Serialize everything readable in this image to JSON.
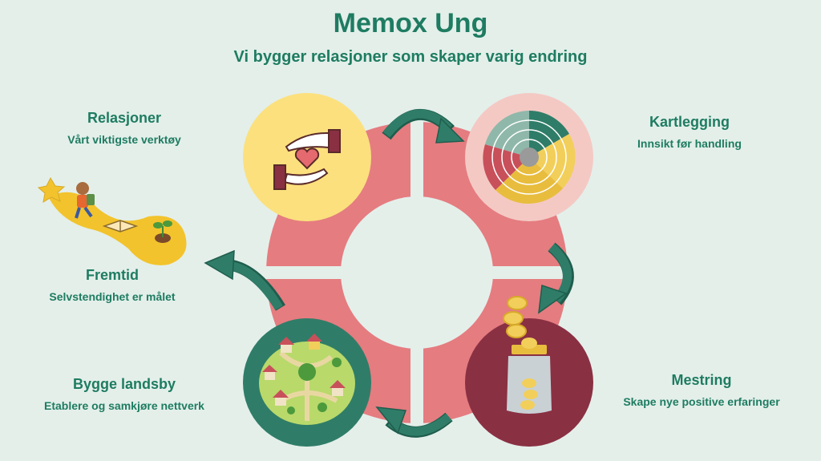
{
  "header": {
    "title": "Memox  Ung",
    "subtitle": "Vi bygger relasjoner som skaper varig endring"
  },
  "stages": [
    {
      "title": "Relasjoner",
      "subtitle": "Vårt viktigste verktøy"
    },
    {
      "title": "Kartlegging",
      "subtitle": "Innsikt før handling"
    },
    {
      "title": "Mestring",
      "subtitle": "Skape nye positive erfaringer"
    },
    {
      "title": "Bygge landsby",
      "subtitle": "Etablere og samkjøre nettverk"
    },
    {
      "title": "Fremtid",
      "subtitle": "Selvstendighet er målet"
    }
  ],
  "colors": {
    "background": "#e4efea",
    "text": "#1e7c61",
    "ring": "#e57c80",
    "arrow": "#2f7d68",
    "relasjoner": "#fbe07d",
    "kartlegging": "#f4c9c4",
    "mestring": "#8a3043",
    "landsby": "#2f7d68"
  },
  "icons": [
    "hands-heart-icon",
    "survey-wheel-icon",
    "coin-jar-icon",
    "village-icon",
    "path-child-icon"
  ]
}
